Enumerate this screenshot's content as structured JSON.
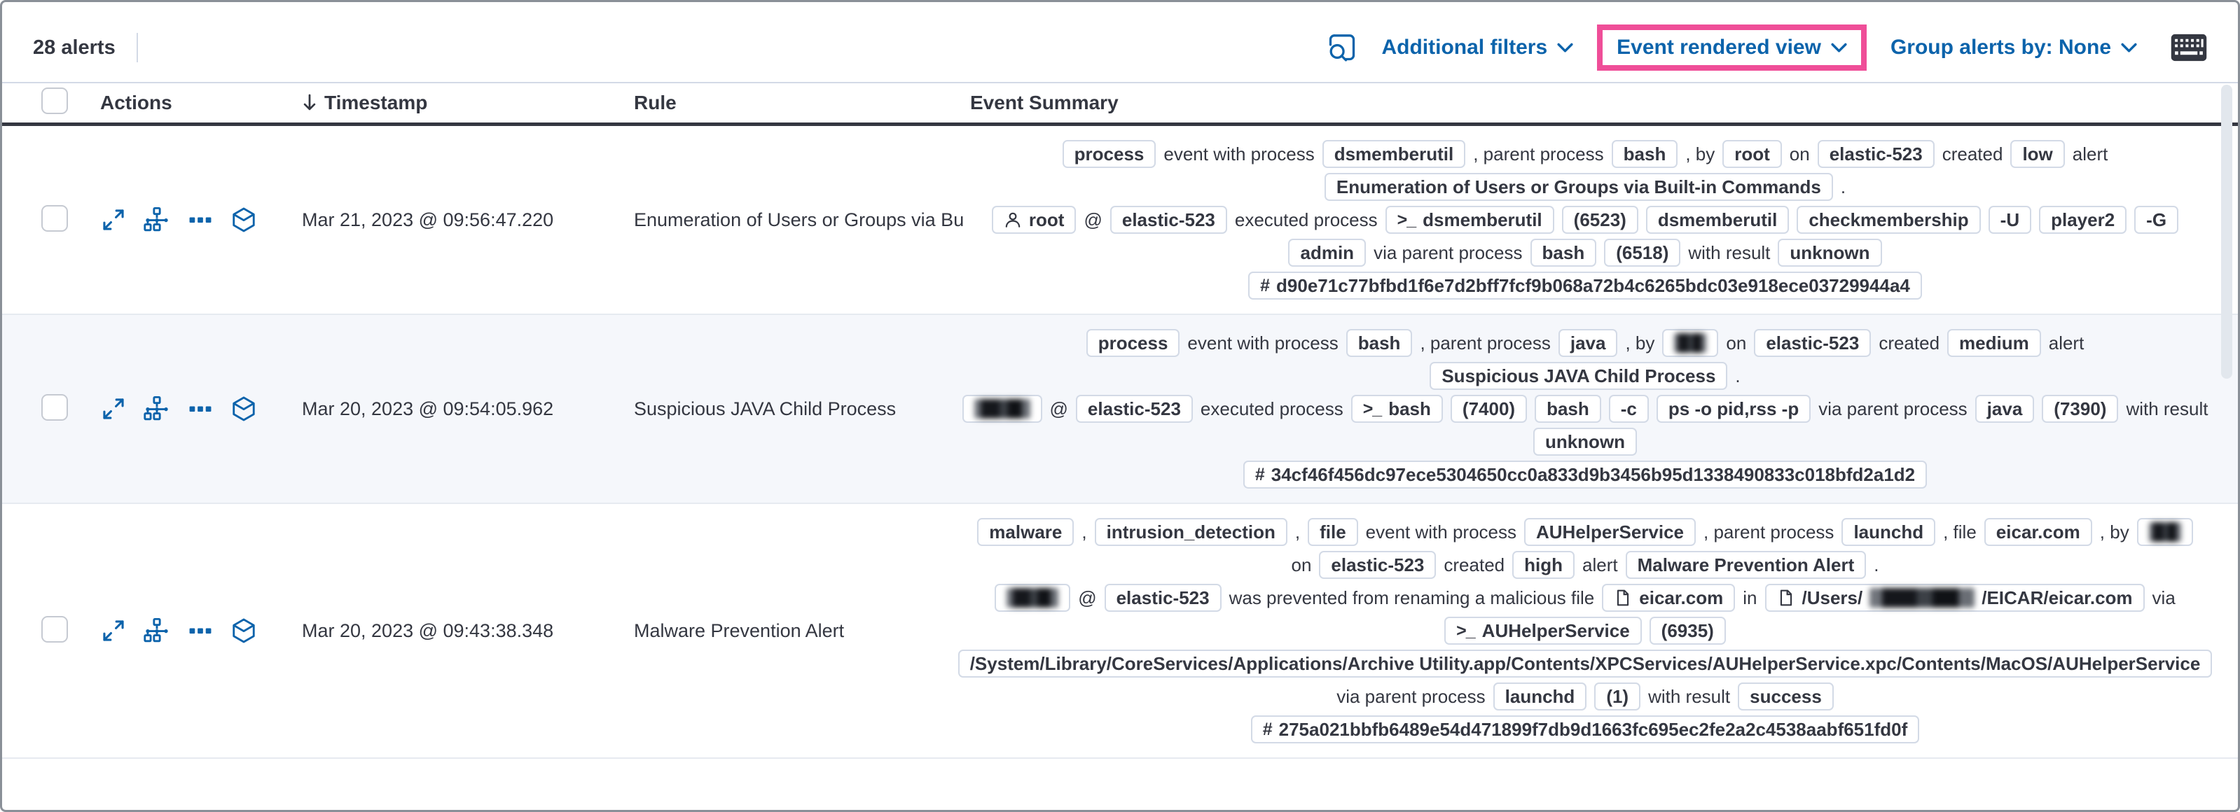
{
  "toolbar": {
    "alert_count": "28 alerts",
    "additional_filters": "Additional filters",
    "view_selector": "Event rendered view",
    "group_alerts": "Group alerts by: None",
    "highlight_color": "#ef4e98",
    "link_color": "#0c63ab"
  },
  "icons": {
    "inspect": "document-with-magnifier",
    "keyboard": "keyboard",
    "chevron": "chevron-down",
    "sort": "arrow-down",
    "expand": "diagonal-expand-arrows",
    "analyze": "process-tree",
    "more": "three-boxes-horizontal",
    "session": "cube",
    "user": "person-outline",
    "terminal": ">_",
    "file": "document-outline",
    "hash": "#"
  },
  "table": {
    "headers": {
      "actions": "Actions",
      "timestamp": "Timestamp",
      "rule": "Rule",
      "summary": "Event Summary"
    },
    "rows": [
      {
        "timestamp": "Mar 21, 2023 @ 09:56:47.220",
        "rule": "Enumeration of Users or Groups via Bui",
        "lines": [
          [
            {
              "k": "badge",
              "v": "process"
            },
            {
              "k": "text",
              "v": "event with process"
            },
            {
              "k": "badge",
              "v": "dsmemberutil"
            },
            {
              "k": "text",
              "v": ", parent process"
            },
            {
              "k": "badge",
              "v": "bash"
            },
            {
              "k": "text",
              "v": ", by"
            },
            {
              "k": "badge",
              "v": "root"
            },
            {
              "k": "text",
              "v": "on"
            },
            {
              "k": "badge",
              "v": "elastic-523"
            },
            {
              "k": "text",
              "v": "created"
            },
            {
              "k": "badge",
              "v": "low"
            },
            {
              "k": "text",
              "v": "alert"
            }
          ],
          [
            {
              "k": "badge",
              "v": "Enumeration of Users or Groups via Built-in Commands"
            },
            {
              "k": "text",
              "v": "."
            }
          ],
          [
            {
              "k": "badge",
              "v": "root",
              "icon": "user"
            },
            {
              "k": "text",
              "v": "@"
            },
            {
              "k": "badge",
              "v": "elastic-523"
            },
            {
              "k": "text",
              "v": "executed process"
            },
            {
              "k": "badge",
              "v": "dsmemberutil",
              "icon": "terminal"
            },
            {
              "k": "badge",
              "v": "(6523)"
            },
            {
              "k": "badge",
              "v": "dsmemberutil"
            },
            {
              "k": "badge",
              "v": "checkmembership"
            },
            {
              "k": "badge",
              "v": "-U"
            },
            {
              "k": "badge",
              "v": "player2"
            },
            {
              "k": "badge",
              "v": "-G"
            }
          ],
          [
            {
              "k": "badge",
              "v": "admin"
            },
            {
              "k": "text",
              "v": "via parent process"
            },
            {
              "k": "badge",
              "v": "bash"
            },
            {
              "k": "badge",
              "v": "(6518)"
            },
            {
              "k": "text",
              "v": "with result"
            },
            {
              "k": "badge",
              "v": "unknown"
            }
          ],
          [
            {
              "k": "badge",
              "v": "d90e71c77bfbd1f6e7d2bff7fcf9b068a72b4c6265bdc03e918ece03729944a4",
              "icon": "hash"
            }
          ]
        ]
      },
      {
        "timestamp": "Mar 20, 2023 @ 09:54:05.962",
        "rule": "Suspicious JAVA Child Process",
        "lines": [
          [
            {
              "k": "badge",
              "v": "process"
            },
            {
              "k": "text",
              "v": "event with process"
            },
            {
              "k": "badge",
              "v": "bash"
            },
            {
              "k": "text",
              "v": ", parent process"
            },
            {
              "k": "badge",
              "v": "java"
            },
            {
              "k": "text",
              "v": ", by"
            },
            {
              "k": "badge",
              "redact": 46
            },
            {
              "k": "text",
              "v": "on"
            },
            {
              "k": "badge",
              "v": "elastic-523"
            },
            {
              "k": "text",
              "v": "created"
            },
            {
              "k": "badge",
              "v": "medium"
            },
            {
              "k": "text",
              "v": "alert"
            }
          ],
          [
            {
              "k": "badge",
              "v": "Suspicious JAVA Child Process"
            },
            {
              "k": "text",
              "v": "."
            }
          ],
          [
            {
              "k": "badge",
              "redact": 80
            },
            {
              "k": "text",
              "v": "@"
            },
            {
              "k": "badge",
              "v": "elastic-523"
            },
            {
              "k": "text",
              "v": "executed process"
            },
            {
              "k": "badge",
              "v": "bash",
              "icon": "terminal"
            },
            {
              "k": "badge",
              "v": "(7400)"
            },
            {
              "k": "badge",
              "v": "bash"
            },
            {
              "k": "badge",
              "v": "-c"
            },
            {
              "k": "badge",
              "v": "ps -o pid,rss -p"
            },
            {
              "k": "text",
              "v": "via parent process"
            },
            {
              "k": "badge",
              "v": "java"
            },
            {
              "k": "badge",
              "v": "(7390)"
            },
            {
              "k": "text",
              "v": "with result"
            }
          ],
          [
            {
              "k": "badge",
              "v": "unknown"
            }
          ],
          [
            {
              "k": "badge",
              "v": "34cf46f456dc97ece5304650cc0a833d9b3456b95d1338490833c018bfd2a1d2",
              "icon": "hash"
            }
          ]
        ]
      },
      {
        "timestamp": "Mar 20, 2023 @ 09:43:38.348",
        "rule": "Malware Prevention Alert",
        "lines": [
          [
            {
              "k": "badge",
              "v": "malware"
            },
            {
              "k": "text",
              "v": ","
            },
            {
              "k": "badge",
              "v": "intrusion_detection"
            },
            {
              "k": "text",
              "v": ","
            },
            {
              "k": "badge",
              "v": "file"
            },
            {
              "k": "text",
              "v": "event with process"
            },
            {
              "k": "badge",
              "v": "AUHelperService"
            },
            {
              "k": "text",
              "v": ", parent process"
            },
            {
              "k": "badge",
              "v": "launchd"
            },
            {
              "k": "text",
              "v": ", file"
            },
            {
              "k": "badge",
              "v": "eicar.com"
            },
            {
              "k": "text",
              "v": ", by"
            },
            {
              "k": "badge",
              "redact": 46
            }
          ],
          [
            {
              "k": "text",
              "v": "on"
            },
            {
              "k": "badge",
              "v": "elastic-523"
            },
            {
              "k": "text",
              "v": "created"
            },
            {
              "k": "badge",
              "v": "high"
            },
            {
              "k": "text",
              "v": "alert"
            },
            {
              "k": "badge",
              "v": "Malware Prevention Alert"
            },
            {
              "k": "text",
              "v": "."
            }
          ],
          [
            {
              "k": "badge",
              "redact": 74
            },
            {
              "k": "text",
              "v": "@"
            },
            {
              "k": "badge",
              "v": "elastic-523"
            },
            {
              "k": "text",
              "v": "was prevented from renaming a malicious file"
            },
            {
              "k": "badge",
              "v": "eicar.com",
              "icon": "file"
            },
            {
              "k": "text",
              "v": "in"
            },
            {
              "k": "badge",
              "icon": "file",
              "parts": [
                {
                  "v": "/Users/"
                },
                {
                  "redact": 150
                },
                {
                  "v": "/EICAR/eicar.com"
                }
              ]
            },
            {
              "k": "text",
              "v": "via"
            }
          ],
          [
            {
              "k": "badge",
              "v": "AUHelperService",
              "icon": "terminal"
            },
            {
              "k": "badge",
              "v": "(6935)"
            }
          ],
          [
            {
              "k": "badge",
              "v": "/System/Library/CoreServices/Applications/Archive Utility.app/Contents/XPCServices/AUHelperService.xpc/Contents/MacOS/AUHelperService"
            }
          ],
          [
            {
              "k": "text",
              "v": "via parent process"
            },
            {
              "k": "badge",
              "v": "launchd"
            },
            {
              "k": "badge",
              "v": "(1)"
            },
            {
              "k": "text",
              "v": "with result"
            },
            {
              "k": "badge",
              "v": "success"
            }
          ],
          [
            {
              "k": "badge",
              "v": "275a021bbfb6489e54d471899f7db9d1663fc695ec2fe2a2c4538aabf651fd0f",
              "icon": "hash"
            }
          ]
        ]
      }
    ]
  }
}
